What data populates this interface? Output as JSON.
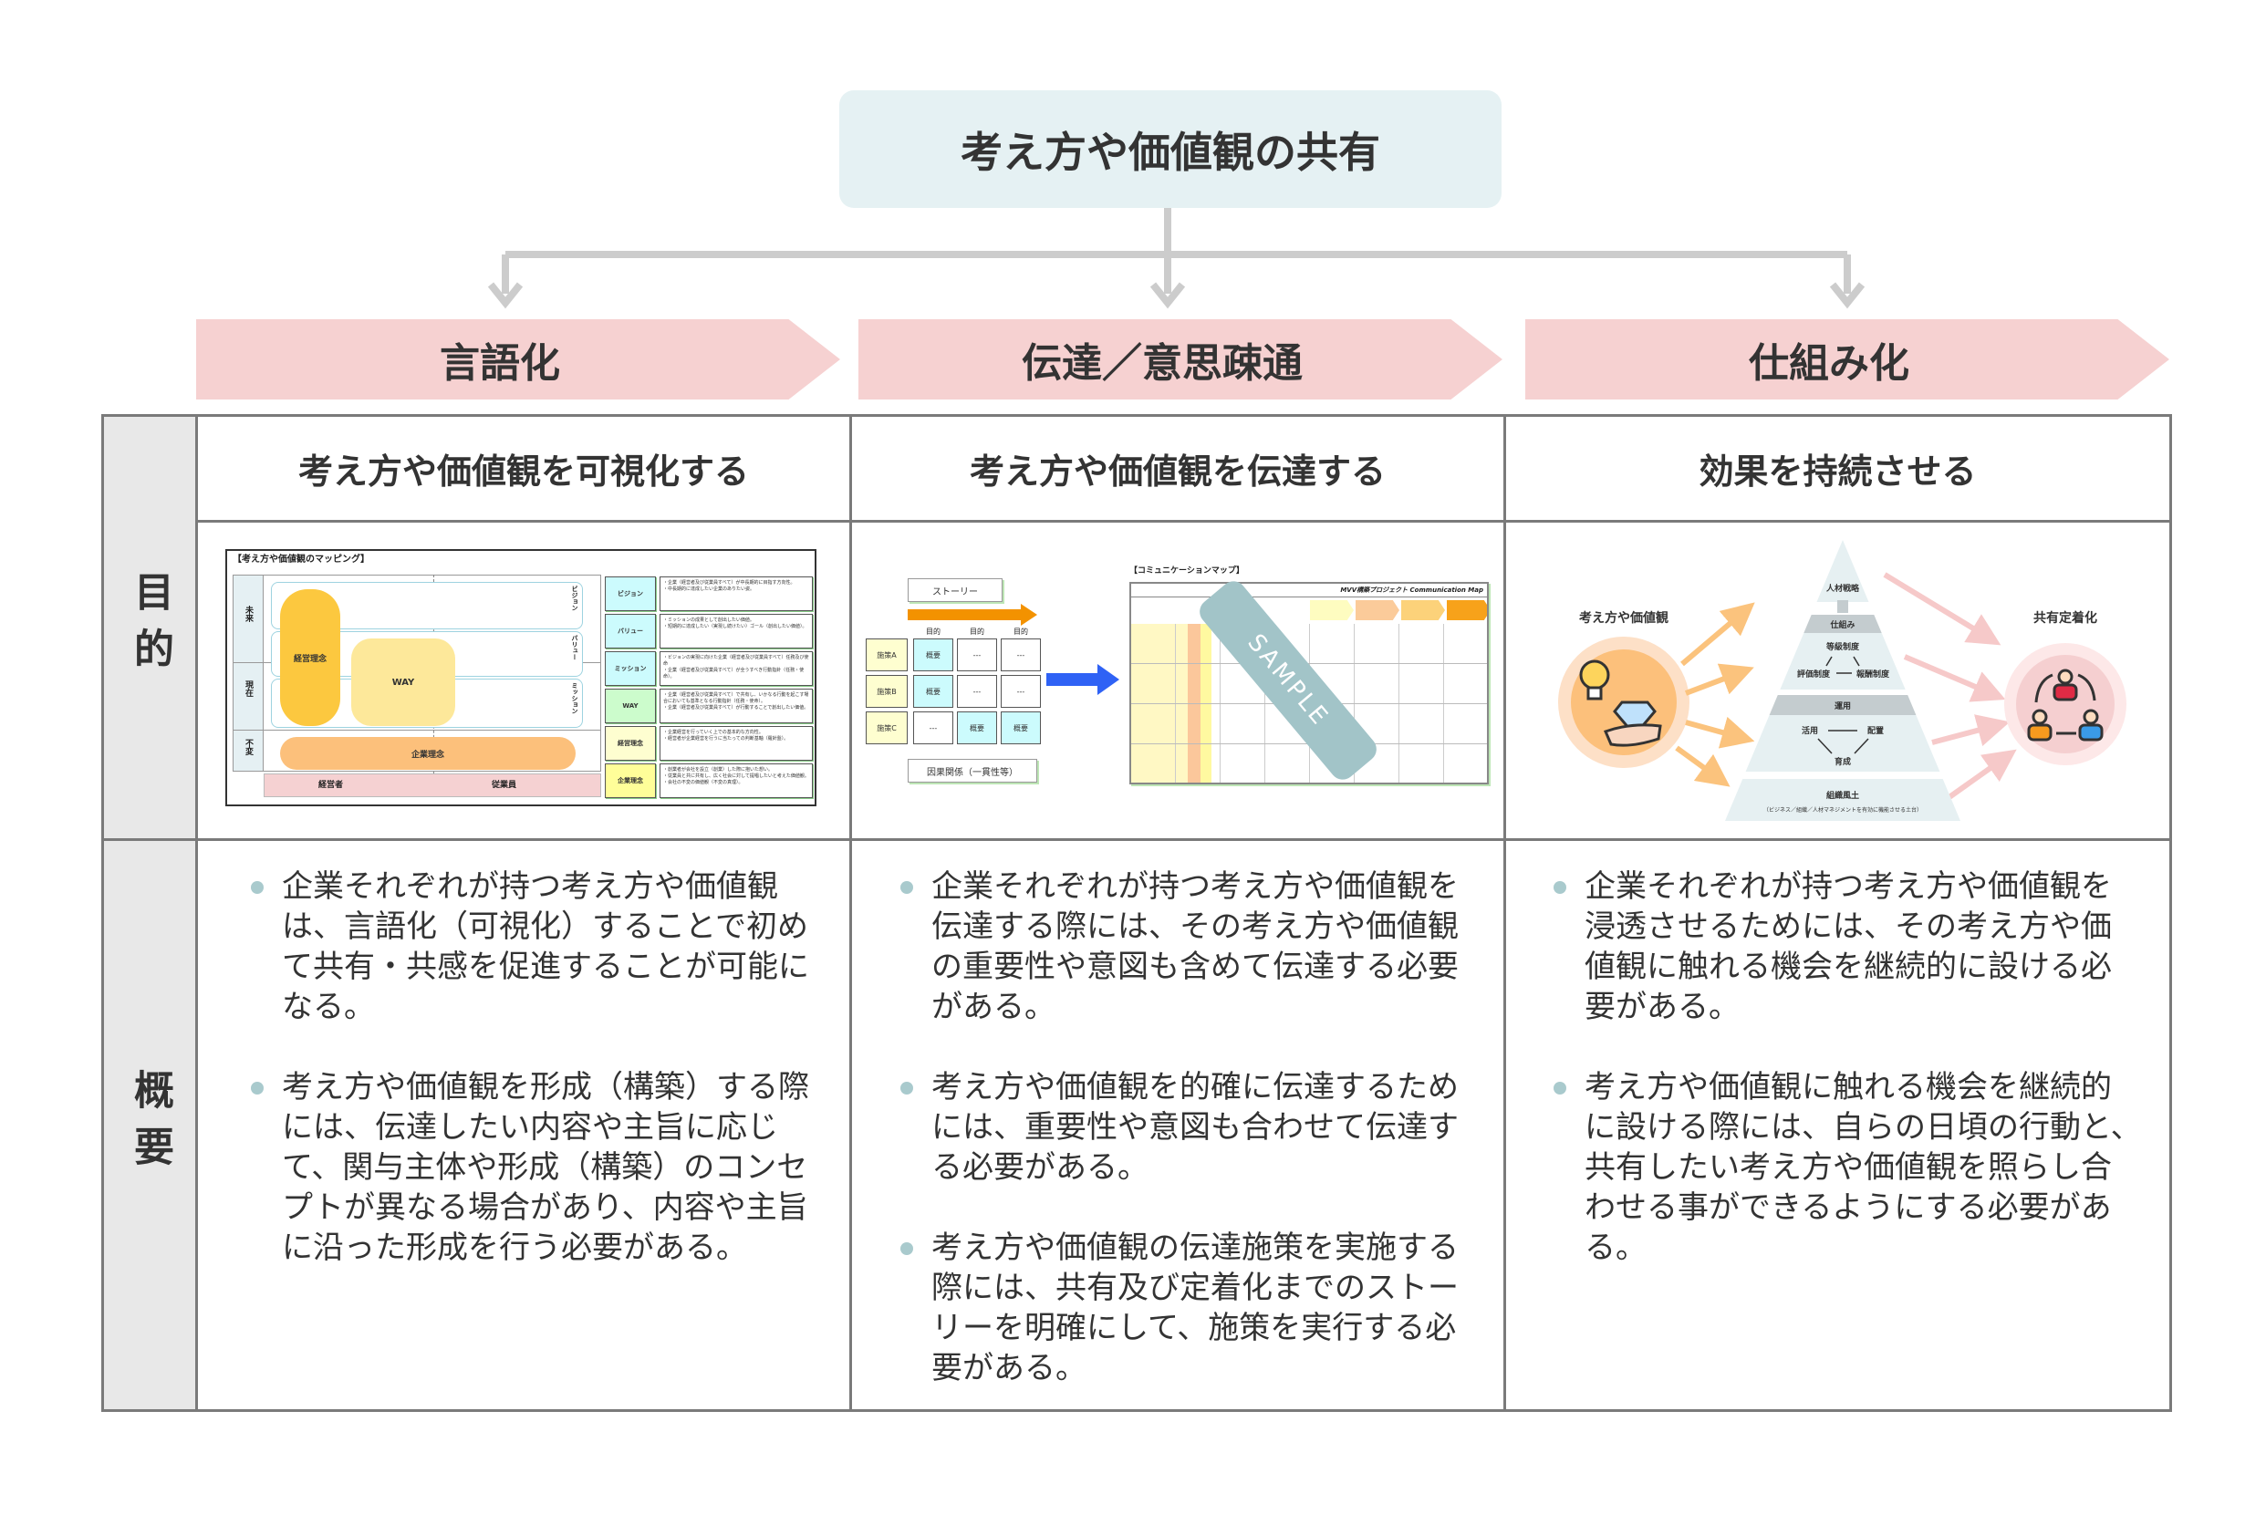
{
  "title": "考え方や価値観の共有",
  "row_labels": {
    "purpose": "目的",
    "overview": "概要"
  },
  "columns": [
    {
      "chevron": "言語化",
      "purpose": "考え方や価値観を可視化する",
      "bullets": [
        "企業それぞれが持つ考え方や価値観は、言語化（可視化）することで初めて共有・共感を促進することが可能になる。",
        "考え方や価値観を形成（構築）する際には、伝達したい内容や主旨に応じて、関与主体や形成（構築）のコンセプトが異なる場合があり、内容や主旨に沿った形成を行う必要がある。"
      ]
    },
    {
      "chevron": "伝達／意思疎通",
      "purpose": "考え方や価値観を伝達する",
      "bullets": [
        "企業それぞれが持つ考え方や価値観を伝達する際には、その考え方や価値観の重要性や意図も含めて伝達する必要がある。",
        "考え方や価値観を的確に伝達するためには、重要性や意図も合わせて伝達する必要がある。",
        "考え方や価値観の伝達施策を実施する際には、共有及び定着化までのストーリーを明確にして、施策を実行する必要がある。"
      ]
    },
    {
      "chevron": "仕組み化",
      "purpose": "効果を持続させる",
      "bullets": [
        "企業それぞれが持つ考え方や価値観を浸透させるためには、その考え方や価値観に触れる機会を継続的に設ける必要がある。",
        "考え方や価値観に触れる機会を継続的に設ける際には、自らの日頃の行動と、共有したい考え方や価値観を照らし合わせる事ができるようにする必要がある。"
      ]
    }
  ],
  "mapping": {
    "title": "【考え方や価値観のマッピング】",
    "time": [
      "未来",
      "現在",
      "不変"
    ],
    "bands": [
      "ビジョン",
      "バリュー",
      "ミッション"
    ],
    "shapes": {
      "management": "経営理念",
      "way": "WAY",
      "corporate": "企業理念"
    },
    "actors": [
      "経営者",
      "従業員"
    ],
    "rows": [
      {
        "label": "ビジョン",
        "desc": [
          "・企業（経営者及び従業員すべて）が中長期的に目指す方向性。",
          "・中長期的に達成したい企業のありたい姿。"
        ]
      },
      {
        "label": "バリュー",
        "desc": [
          "・ミッションの成果として創出したい価値。",
          "・短期的に達成したい（実現し続けたい）ゴール（創出したい価値）。"
        ]
      },
      {
        "label": "ミッション",
        "desc": [
          "・ビジョンの実現に向けた企業（経営者及び従業員すべて）任務及び使命",
          "・企業（経営者及び従業員すべて）が全うすべき行動指針（任務・使命）。"
        ]
      },
      {
        "label": "WAY",
        "desc": [
          "・企業（経営者及び従業員すべて）で共有し、いかなる行動を起こす場合においても基準となる行動指針（任務・使命）。",
          "・企業（経営者及び従業員すべて）が行動することで創出したい価値。"
        ]
      },
      {
        "label": "経営理念",
        "desc": [
          "・企業経営を行っていく上での基本的な方向性。",
          "・経営者が企業経営を行うに当たっての判断基軸（羅針盤）。"
        ]
      },
      {
        "label": "企業理念",
        "desc": [
          "・創業者が会社を設立（創業）した際に抱いた想い。",
          "・従業員と共に共有し、広く社会に対して提唱したいと考えた価値観。",
          "・会社の不変の価値観（不変の真理）。"
        ]
      }
    ]
  },
  "story": {
    "story_label": "ストーリー",
    "purpose_labels": [
      "目的",
      "目的",
      "目的"
    ],
    "measures": [
      "施策A",
      "施策B",
      "施策C"
    ],
    "grid": [
      [
        "概要",
        "---",
        "---"
      ],
      [
        "概要",
        "---",
        "---"
      ],
      [
        "---",
        "概要",
        "概要"
      ]
    ],
    "causal_label": "因果関係（一貫性等）",
    "map_title": "【コミュニケーションマップ】",
    "map_subtitle": "MVV構築プロジェクト Communication Map",
    "sample": "SAMPLE"
  },
  "mechanism": {
    "left_label": "考え方や価値観",
    "right_label": "共有定着化",
    "strategy": "人材戦略",
    "system_band": "仕組み",
    "grade": "等級制度",
    "evaluation": "評価制度",
    "reward": "報酬制度",
    "operation_band": "運用",
    "utilize": "活用",
    "placement": "配置",
    "develop": "育成",
    "culture": "組織風土",
    "culture_note": "（ビジネス／組織／人材マネジメントを有効に機能させる土台）"
  },
  "colors": {
    "chevron": "#f6d1d1",
    "title_bg": "#e5f1f3",
    "bullet": "#a9cacd",
    "label_bg": "#e8e8e8"
  }
}
